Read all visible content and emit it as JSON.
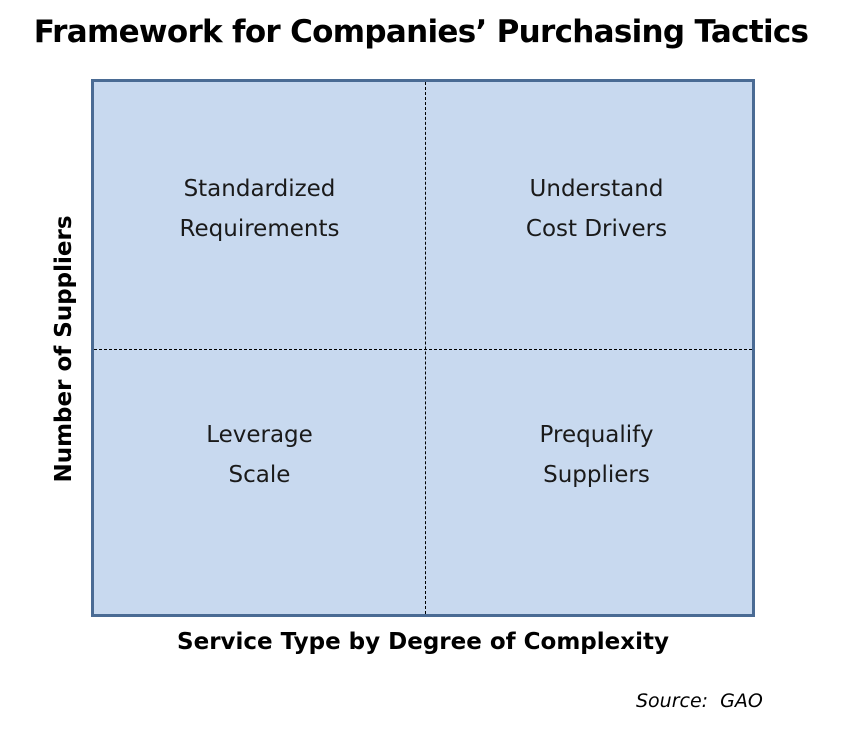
{
  "title": "Framework for Companies’ Purchasing Tactics",
  "y_axis_label": "Number of Suppliers",
  "x_axis_label": "Service Type by Degree of Complexity",
  "quadrants": {
    "top_left": {
      "line1": "Standardized",
      "line2": "Requirements"
    },
    "top_right": {
      "line1": "Understand",
      "line2": "Cost Drivers"
    },
    "bottom_left": {
      "line1": "Leverage",
      "line2": "Scale"
    },
    "bottom_right": {
      "line1": "Prequalify",
      "line2": "Suppliers"
    }
  },
  "source": "Source:  GAO",
  "colors": {
    "quadrant_fill": "#c8d9ef",
    "border": "#4a6b94",
    "divider": "#000000"
  }
}
